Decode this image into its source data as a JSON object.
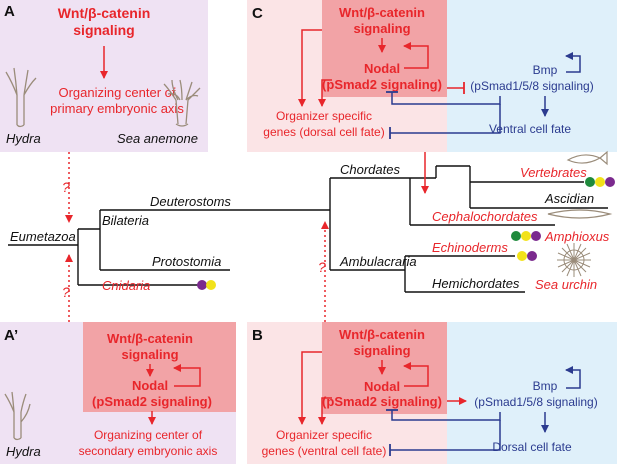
{
  "colors": {
    "signal_red": "#e8262b",
    "bmp_blue": "#2b3b8f",
    "panel_purple": "#efe2f3",
    "panel_pink": "#fbe4e6",
    "box_pink": "#f2a3a6",
    "panel_blue": "#dff0fa",
    "dot_green": "#1f8a3c",
    "dot_yellow": "#f2e21a",
    "dot_purple": "#7b2a8e"
  },
  "panel_a": {
    "label": "A",
    "wnt_line1": "Wnt/β-catenin",
    "wnt_line2": "signaling",
    "organizer_line1": "Organizing center of",
    "organizer_line2": "primary embryonic axis",
    "hydra": "Hydra",
    "anemone": "Sea anemone"
  },
  "panel_a_prime": {
    "label": "A’",
    "wnt_line1": "Wnt/β-catenin",
    "wnt_line2": "signaling",
    "nodal": "Nodal",
    "psmad2": "(pSmad2 signaling)",
    "organizer_line1": "Organizing center of",
    "organizer_line2": "secondary embryonic axis",
    "hydra": "Hydra"
  },
  "panel_c": {
    "label": "C",
    "wnt_line1": "Wnt/β-catenin",
    "wnt_line2": "signaling",
    "nodal": "Nodal",
    "psmad2": "(pSmad2 signaling)",
    "organizer_line1": "Organizer specific",
    "organizer_line2": "genes (dorsal cell fate)",
    "bmp": "Bmp",
    "psmad158": "(pSmad1/5/8 signaling)",
    "fate": "Ventral cell fate"
  },
  "panel_b": {
    "label": "B",
    "wnt_line1": "Wnt/β-catenin",
    "wnt_line2": "signaling",
    "nodal": "Nodal",
    "psmad2": "(pSmad2 signaling)",
    "organizer_line1": "Organizer specific",
    "organizer_line2": "genes (ventral cell fate)",
    "bmp": "Bmp",
    "psmad158": "(pSmad1/5/8 signaling)",
    "fate": "Dorsal cell fate"
  },
  "tree": {
    "eumetazoa": "Eumetazoa",
    "bilateria": "Bilateria",
    "deuterostoms": "Deuterostoms",
    "protostomia": "Protostomia",
    "cnidaria": "Cnidaria",
    "chordates": "Chordates",
    "ambulacraria": "Ambulacraria",
    "vertebrates": "Vertebrates",
    "ascidian": "Ascidian",
    "cephalochordates": "Cephalochordates",
    "amphioxus": "Amphioxus",
    "echinoderms": "Echinoderms",
    "hemichordates": "Hemichordates",
    "sea_urchin": "Sea urchin",
    "question": "?"
  }
}
